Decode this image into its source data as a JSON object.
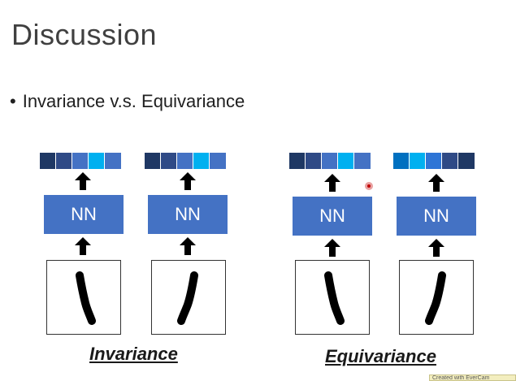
{
  "slide": {
    "title": "Discussion",
    "bullet": "Invariance v.s. Equivariance",
    "nn_label": "NN",
    "label_invariance": "Invariance",
    "label_equivariance": "Equivariance",
    "watermark": "Created with EverCam"
  },
  "colors": {
    "nn_box": "#4472c4",
    "dark_navy": "#1f3864",
    "navy": "#2f4a86",
    "mid_blue": "#4472c4",
    "cyan": "#00b0f0",
    "royal": "#2e75d6",
    "bright": "#0070c0"
  },
  "vectors": {
    "inv_left": [
      "#1f3864",
      "#2f4a86",
      "#4472c4",
      "#00b0f0",
      "#4472c4"
    ],
    "inv_right": [
      "#1f3864",
      "#2f4a86",
      "#4472c4",
      "#00b0f0",
      "#4472c4"
    ],
    "eq_left": [
      "#1f3864",
      "#2f4a86",
      "#4472c4",
      "#00b0f0",
      "#4472c4"
    ],
    "eq_right": [
      "#0070c0",
      "#00b0f0",
      "#2e75d6",
      "#2f4a86",
      "#1f3864"
    ]
  }
}
